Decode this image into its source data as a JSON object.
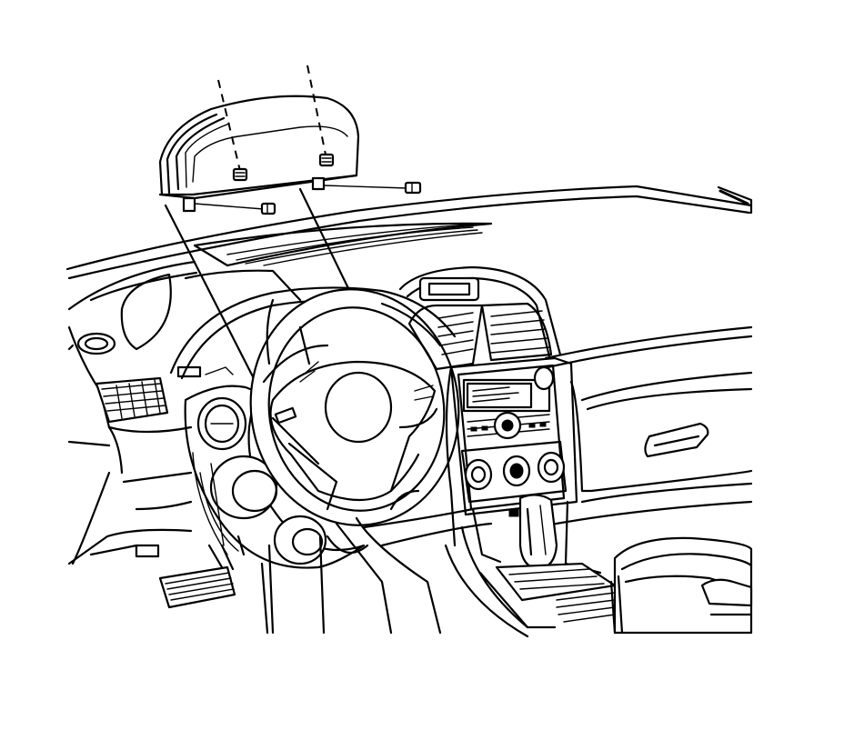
{
  "figure": {
    "colors": {
      "line": "#000000",
      "background": "#ffffff"
    },
    "parts": [
      "instrument-cluster",
      "cluster-screw-left",
      "cluster-screw-right",
      "cluster-wiring-connector-left",
      "cluster-wiring-connector-right",
      "dashboard",
      "steering-wheel",
      "center-stack",
      "gear-shifter",
      "glovebox",
      "brake-pedal",
      "center-console"
    ]
  }
}
